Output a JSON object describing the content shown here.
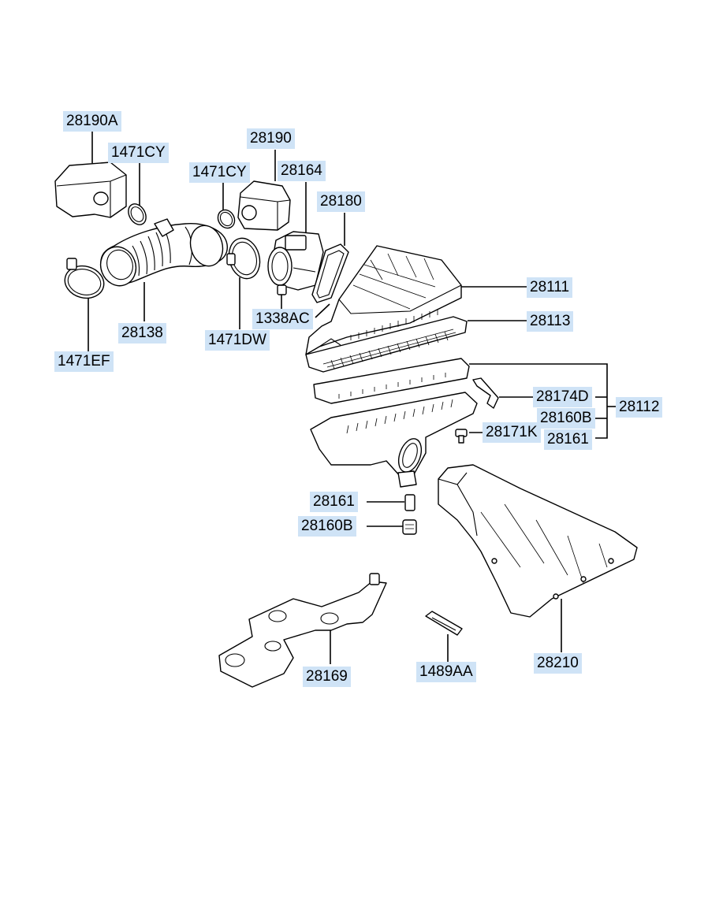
{
  "diagram": {
    "labels": {
      "l_28190A": "28190A",
      "l_1471CY_a": "1471CY",
      "l_28190": "28190",
      "l_1471CY_b": "1471CY",
      "l_28164": "28164",
      "l_28180": "28180",
      "l_28111": "28111",
      "l_28113": "28113",
      "l_1338AC": "1338AC",
      "l_28138": "28138",
      "l_1471DW": "1471DW",
      "l_1471EF": "1471EF",
      "l_28174D": "28174D",
      "l_28112": "28112",
      "l_28160B_a": "28160B",
      "l_28171K": "28171K",
      "l_28161_a": "28161",
      "l_28161_b": "28161",
      "l_28160B_b": "28160B",
      "l_28169": "28169",
      "l_1489AA": "1489AA",
      "l_28210": "28210"
    }
  }
}
